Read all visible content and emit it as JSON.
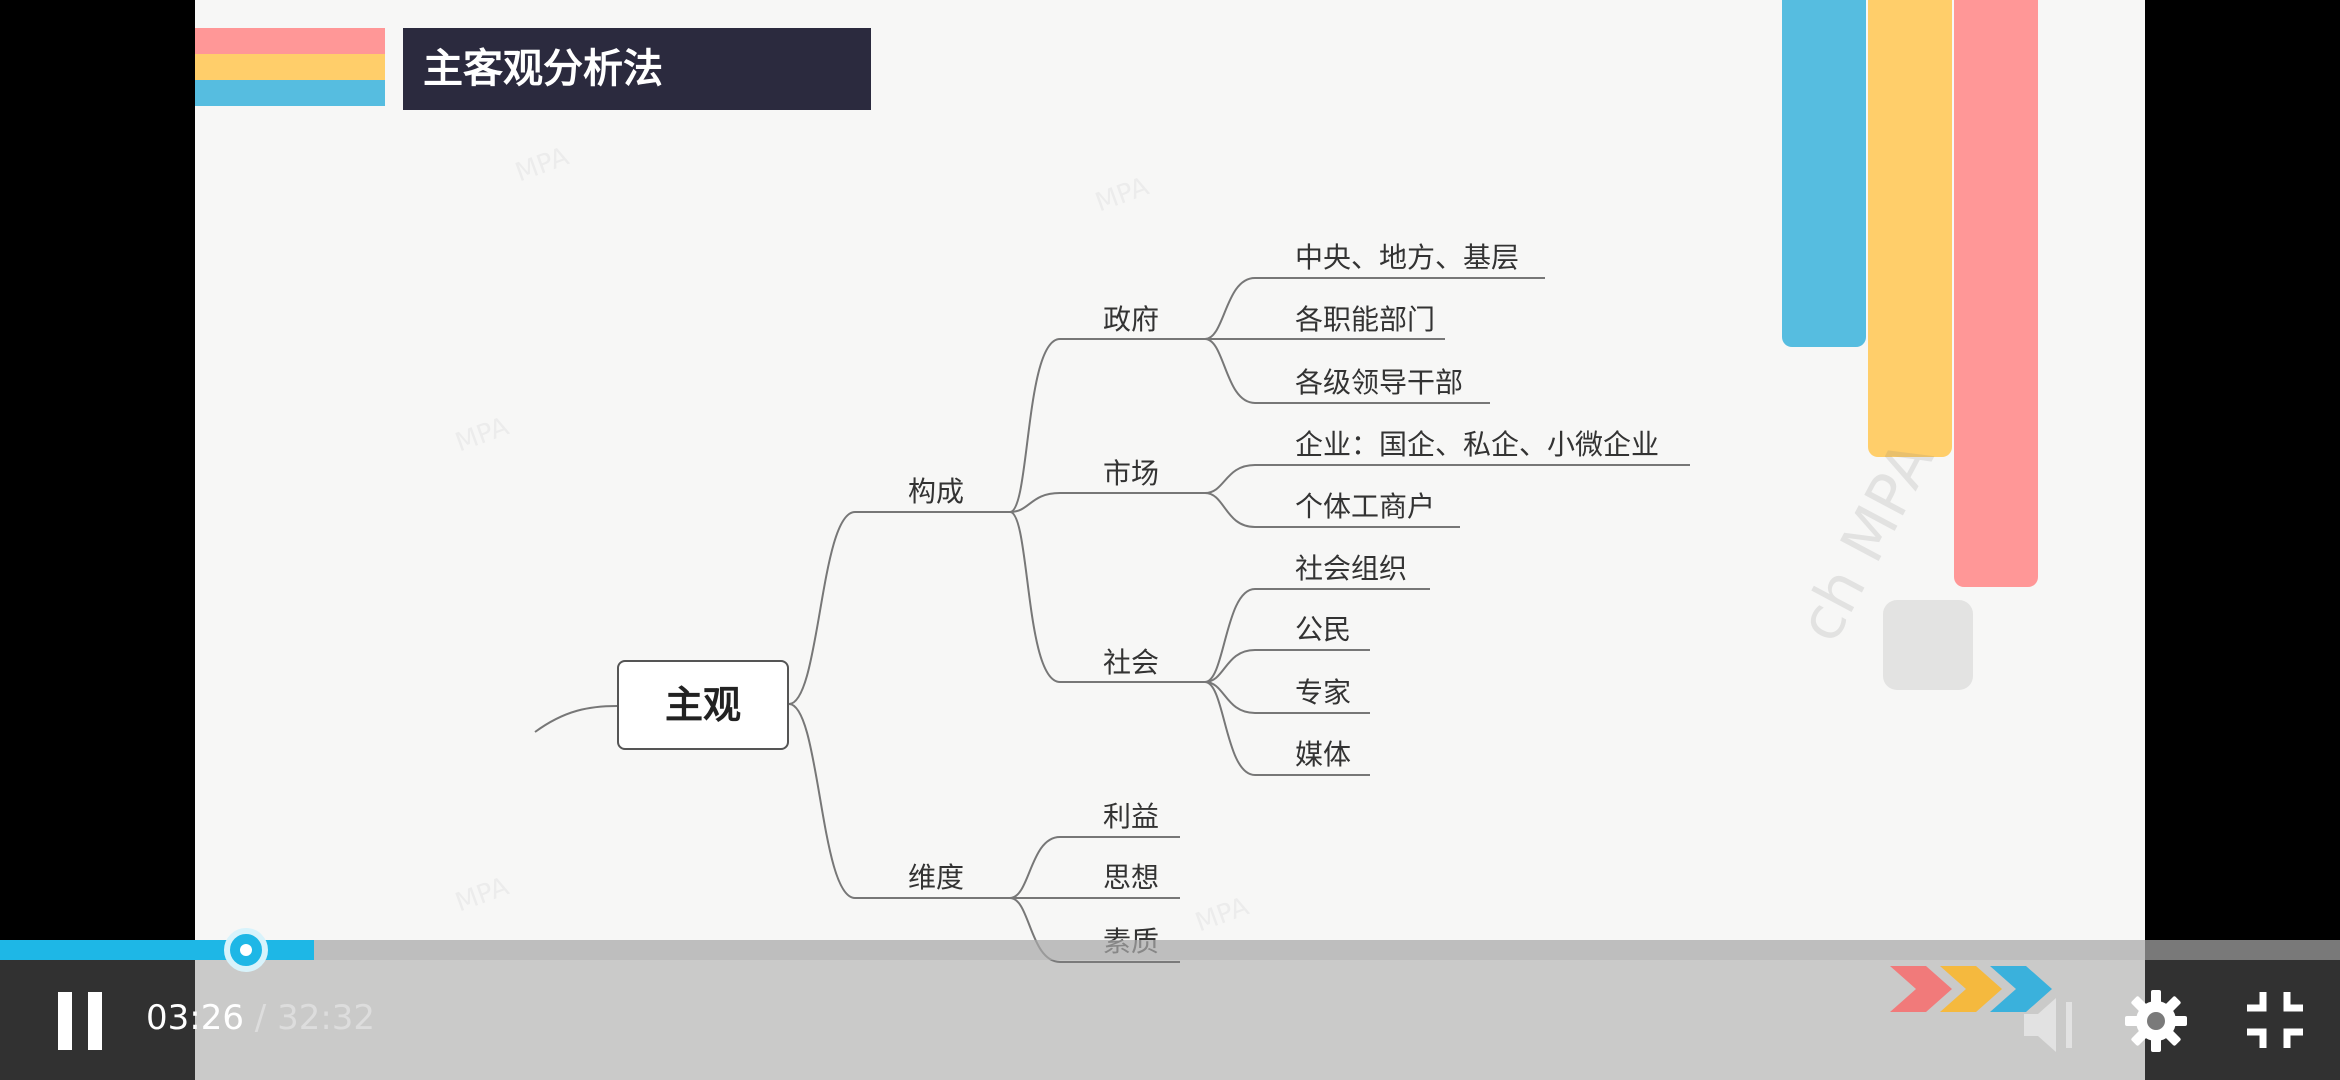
{
  "slide": {
    "title": "主客观分析法",
    "watermark_char": "",
    "watermark_text": "ch MPA"
  },
  "mindmap": {
    "root": "主观",
    "branches": [
      {
        "label": "构成",
        "children": [
          {
            "label": "政府",
            "children": [
              "中央、地方、基层",
              "各职能部门",
              "各级领导干部"
            ]
          },
          {
            "label": "市场",
            "children": [
              "企业：国企、私企、小微企业",
              "个体工商户"
            ]
          },
          {
            "label": "社会",
            "children": [
              "社会组织",
              "公民",
              "专家",
              "媒体"
            ]
          }
        ]
      },
      {
        "label": "维度",
        "children": [
          {
            "label": "利益"
          },
          {
            "label": "思想"
          },
          {
            "label": "素质"
          }
        ]
      }
    ]
  },
  "player": {
    "current_time": "03:26",
    "separator": "/",
    "total_time": "32:32",
    "progress": 0.11,
    "buffered": 0.11,
    "accent_color": "#1eb7e6"
  },
  "colors": {
    "blue": "#56bde0",
    "yellow": "#ffce6a",
    "pink": "#ff9797",
    "title_bg": "#2b2a3e"
  },
  "icons": {
    "pause": "pause-icon",
    "logo": "brand-chevrons-icon",
    "volume": "volume-icon",
    "settings": "gear-icon",
    "exit_fullscreen": "exit-fullscreen-icon"
  }
}
